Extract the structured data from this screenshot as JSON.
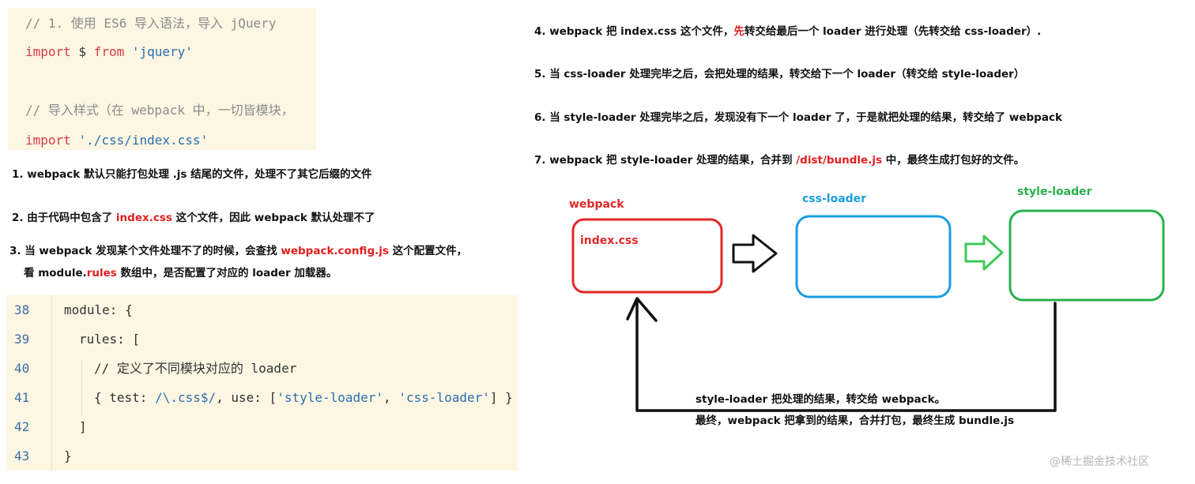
{
  "code_block_1": {
    "line1": "// 1. 使用 ES6 导入语法，导入 jQuery",
    "line2": {
      "kw1": "import",
      "mid": " $ ",
      "kw2": "from",
      "sp": " ",
      "str": "'jquery'"
    },
    "line3": "// 导入样式（在 webpack 中，一切皆模块，",
    "line4": {
      "kw": "import",
      "sp": " ",
      "str": "'./css/index.css'"
    }
  },
  "steps_left": {
    "s1": "1. webpack 默认只能打包处理 .js 结尾的文件，处理不了其它后缀的文件",
    "s2_pre": "2. 由于代码中包含了 ",
    "s2_hl": "index.css",
    "s2_post": " 这个文件，因此 webpack 默认处理不了",
    "s3_pre": "3. 当 webpack 发现某个文件处理不了的时候，会查找 ",
    "s3_hl": "webpack.config.js",
    "s3_post": " 这个配置文件，",
    "s3b_pre": "看 module.",
    "s3b_hl": "rules",
    "s3b_post": " 数组中，是否配置了对应的 loader 加载器。"
  },
  "code_block_2": {
    "line_numbers": [
      "38",
      "39",
      "40",
      "41",
      "42",
      "43"
    ],
    "l38": "module: {",
    "l39": "rules: [",
    "l40": "// 定义了不同模块对应的 loader",
    "l41": {
      "a": "{ test: ",
      "regex": "/\\.css$/",
      "b": ", use: [",
      "s1": "'style-loader'",
      "c": ", ",
      "s2": "'css-loader'",
      "d": "] }"
    },
    "l42": "]",
    "l43": "}"
  },
  "steps_right": {
    "s4_pre": "4. webpack 把 index.css 这个文件，",
    "s4_hl": "先",
    "s4_post": "转交给最后一个 loader 进行处理（先转交给 css-loader）.",
    "s5": "5. 当 css-loader 处理完毕之后，会把处理的结果，转交给下一个 loader（转交给 style-loader）",
    "s6": "6. 当 style-loader 处理完毕之后，发现没有下一个 loader 了，于是就把处理的结果，转交给了 webpack",
    "s7_pre": "7. webpack 把 style-loader 处理的结果，合并到 ",
    "s7_hl": "/dist/bundle.js",
    "s7_post": " 中，最终生成打包好的文件。"
  },
  "diagram": {
    "webpack_label": "webpack",
    "index_css_label": "index.css",
    "css_loader_label": "css-loader",
    "style_loader_label": "style-loader",
    "return_line1": "style-loader 把处理的结果，转交给 webpack。",
    "return_line2": "最终，webpack 把拿到的结果，合并打包，最终生成 bundle.js",
    "colors": {
      "webpack": "#e02a2a",
      "css_loader": "#1a9ee0",
      "style_loader": "#27b04a",
      "arrow_dark": "#111111",
      "arrow_green": "#3ec85a"
    }
  },
  "watermark": "@稀土掘金技术社区"
}
